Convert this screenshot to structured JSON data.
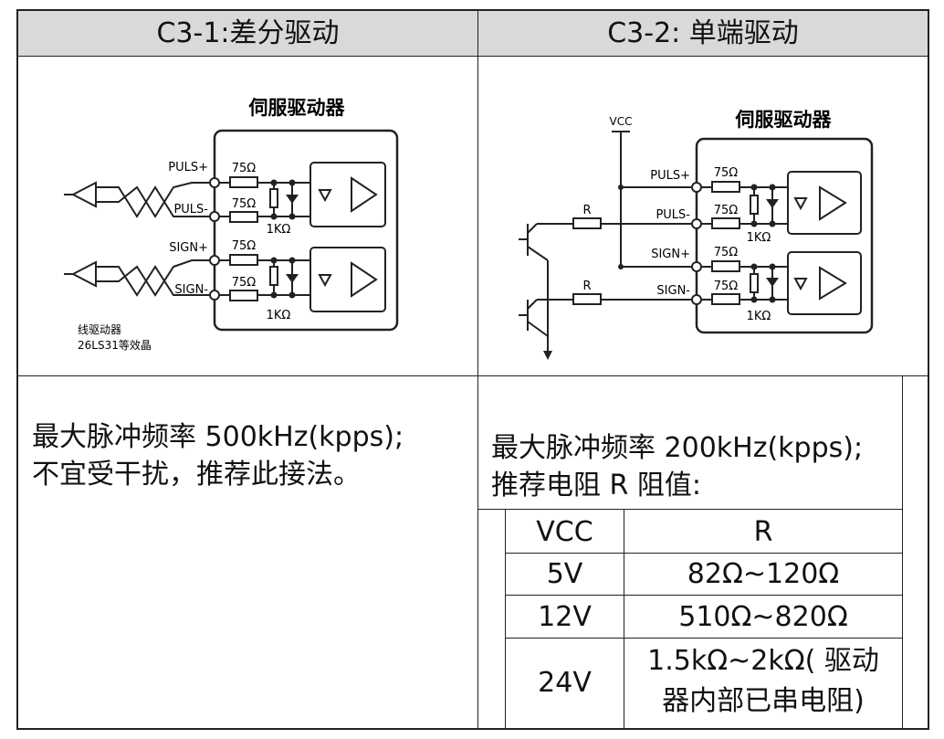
{
  "headers": {
    "left": "C3-1:差分驱动",
    "right": "C3-2: 单端驱动"
  },
  "diagram_left": {
    "title": "伺服驱动器",
    "pins": [
      "PULS+",
      "PULS-",
      "SIGN+",
      "SIGN-"
    ],
    "r75": "75Ω",
    "r1k": "1KΩ",
    "note_line1": "线驱动器",
    "note_line2": "26LS31等效晶"
  },
  "diagram_right": {
    "title": "伺服驱动器",
    "vcc": "VCC",
    "pins": [
      "PULS+",
      "PULS-",
      "SIGN+",
      "SIGN-"
    ],
    "r75": "75Ω",
    "r1k": "1KΩ",
    "r_label": "R"
  },
  "left_desc": {
    "line1": "最大脉冲频率 500kHz(kpps);",
    "line2": "不宜受干扰，推荐此接法。"
  },
  "right_desc": {
    "line1": "最大脉冲频率 200kHz(kpps);",
    "line2": "推荐电阻 R 阻值:"
  },
  "table": {
    "headers": [
      "VCC",
      "R"
    ],
    "rows": [
      {
        "vcc": "5V",
        "r": "82Ω~120Ω"
      },
      {
        "vcc": "12V",
        "r": "510Ω~820Ω"
      },
      {
        "vcc": "24V",
        "r_line1": "1.5kΩ~2kΩ( 驱动",
        "r_line2": "器内部已串电阻)"
      }
    ]
  }
}
